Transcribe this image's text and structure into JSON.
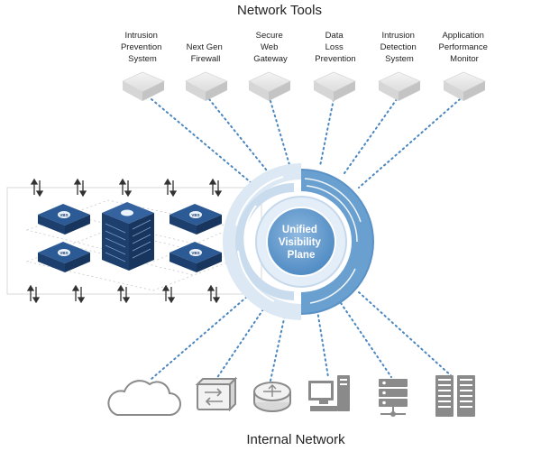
{
  "title_top": "Network Tools",
  "title_bottom": "Internal Network",
  "tools": [
    {
      "lines": [
        "Intrusion",
        "Prevention",
        "System"
      ]
    },
    {
      "lines": [
        "Next Gen",
        "Firewall"
      ]
    },
    {
      "lines": [
        "Secure",
        "Web",
        "Gateway"
      ]
    },
    {
      "lines": [
        "Data",
        "Loss",
        "Prevention"
      ]
    },
    {
      "lines": [
        "Intrusion",
        "Detection",
        "System"
      ]
    },
    {
      "lines": [
        "Application",
        "Performance",
        "Monitor"
      ]
    }
  ],
  "hub": {
    "lines": [
      "Unified",
      "Visibility",
      "Plane"
    ]
  },
  "node_badge": "VBS",
  "network_devices": [
    {
      "icon": "cloud-icon"
    },
    {
      "icon": "switch-icon"
    },
    {
      "icon": "router-icon"
    },
    {
      "icon": "workstation-icon"
    },
    {
      "icon": "server-icon"
    },
    {
      "icon": "server-rack-icon"
    }
  ],
  "colors": {
    "hub_blue": "#6aa0d0",
    "hub_light": "#c9dcee",
    "node_navy": "#1d3f6e",
    "dots": "#4a86c0",
    "icon_gray": "#8a8a8a"
  }
}
